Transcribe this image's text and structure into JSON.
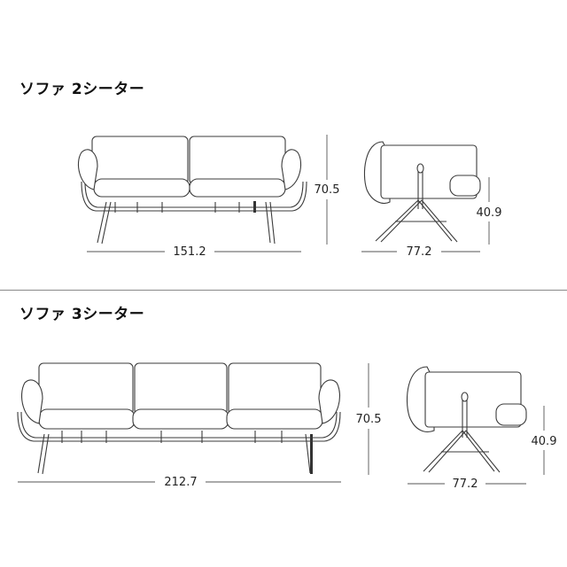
{
  "sofa_2": {
    "title": "ソファ 2シーター",
    "width": "151.2",
    "height": "70.5",
    "depth": "77.2",
    "seat_height": "40.9"
  },
  "sofa_3": {
    "title": "ソファ 3シーター",
    "width": "212.7",
    "height": "70.5",
    "depth": "77.2",
    "seat_height": "40.9"
  }
}
